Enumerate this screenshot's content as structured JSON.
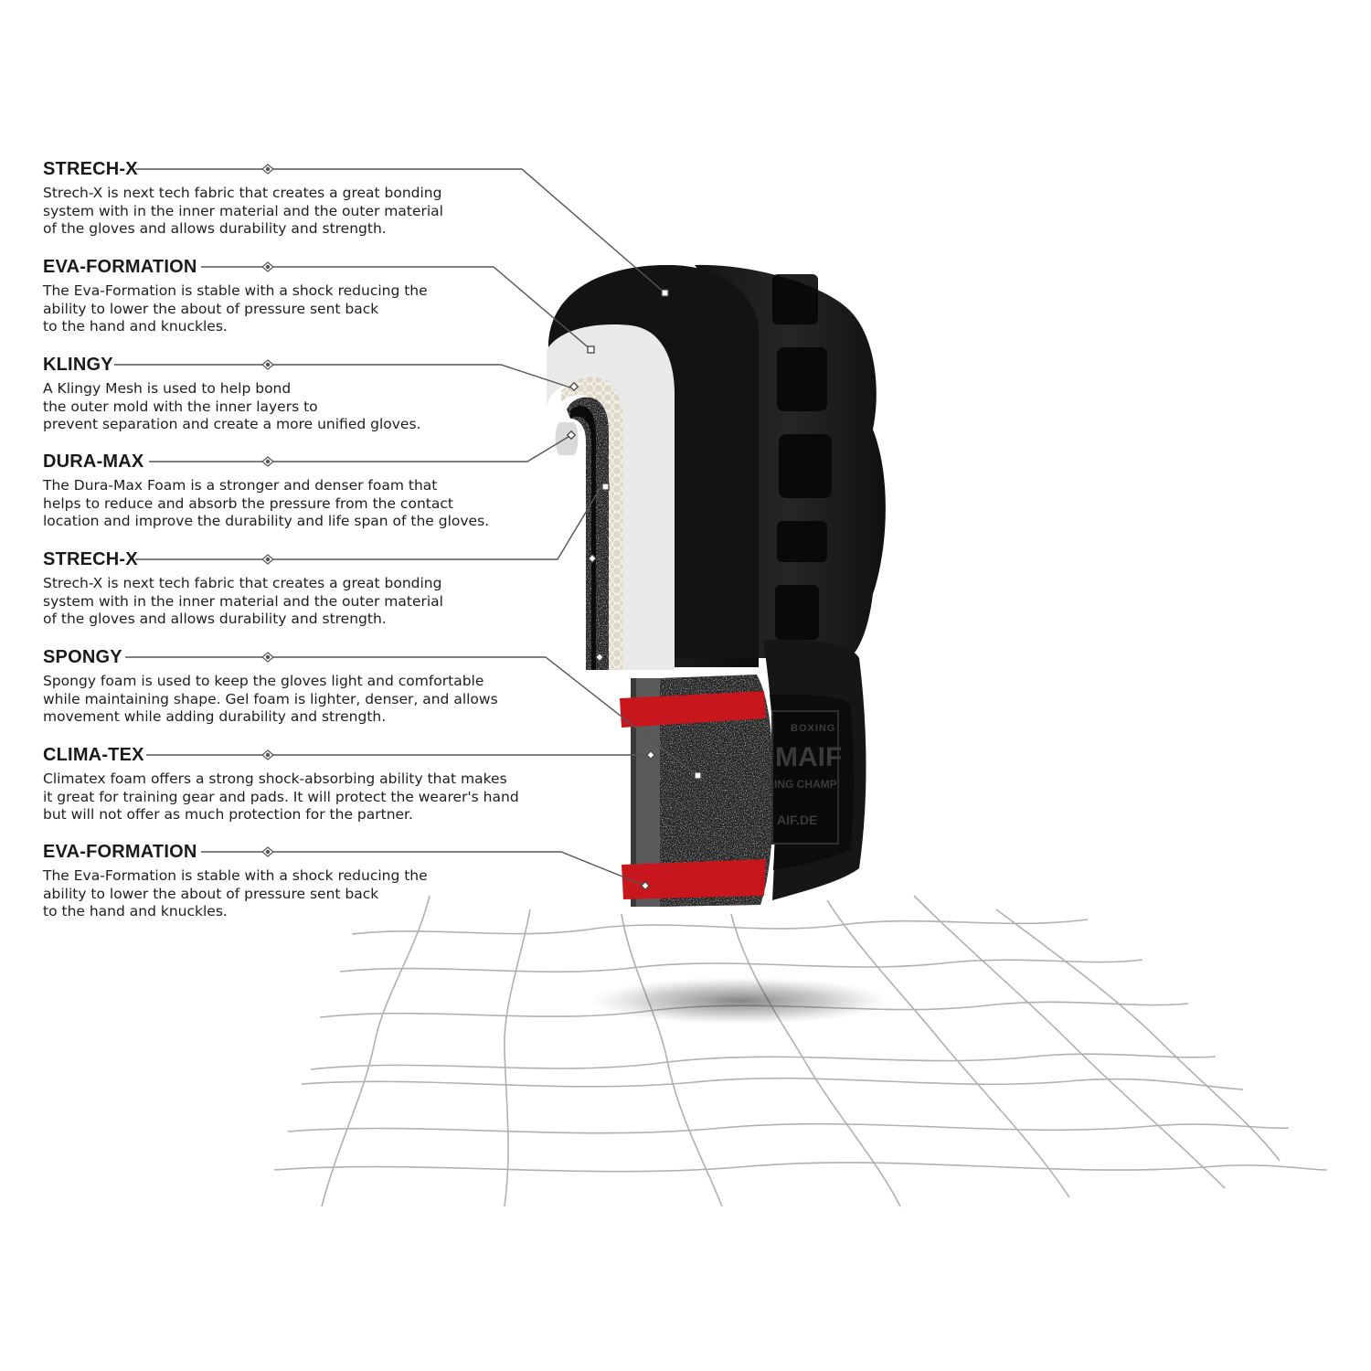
{
  "callouts": [
    {
      "title": "STRECH-X",
      "desc": "Strech-X is next tech fabric that creates a great bonding\nsystem with in the inner material and the outer material\nof the gloves and allows durability and strength."
    },
    {
      "title": "EVA-FORMATION",
      "desc": "The Eva-Formation is stable with a shock reducing the\nability to lower the about of pressure sent back\nto the hand and knuckles."
    },
    {
      "title": "KLINGY",
      "desc": "A Klingy Mesh is used to help bond\nthe outer mold with the inner layers to\nprevent separation and create a more unified gloves."
    },
    {
      "title": "DURA-MAX",
      "desc": "The Dura-Max Foam is a stronger and denser foam that\nhelps to reduce and absorb the pressure from the contact\nlocation and improve the durability and life span of the gloves."
    },
    {
      "title": "STRECH-X",
      "desc": "Strech-X is next tech fabric that creates a great bonding\nsystem with in the inner material and the outer material\nof the gloves and allows durability and strength."
    },
    {
      "title": "SPONGY",
      "desc": "Spongy foam is used to keep the gloves light and comfortable\nwhile maintaining shape. Gel foam is lighter, denser, and allows\nmovement while adding durability and strength."
    },
    {
      "title": "CLIMA-TEX",
      "desc": "Climatex foam offers a strong shock-absorbing ability that makes\nit great for training gear and pads. It will protect the wearer's hand\nbut will not offer as much protection for the partner."
    },
    {
      "title": "EVA-FORMATION",
      "desc": "The Eva-Formation is stable with a shock reducing the\nability to lower the about of pressure sent back\nto the hand and knuckles."
    }
  ],
  "glove": {
    "patch_lines": [
      "BOXING",
      "MAIF",
      "ING CHAMP",
      "AIF.DE"
    ],
    "side_text": "MAIF"
  },
  "colors": {
    "glove_black": "#111111",
    "eva_white": "#e8e8e8",
    "accent_red": "#c8161d",
    "foam_dark": "#2a2a2a",
    "line_gray": "#555555",
    "grid_gray": "#b0b0b0"
  }
}
